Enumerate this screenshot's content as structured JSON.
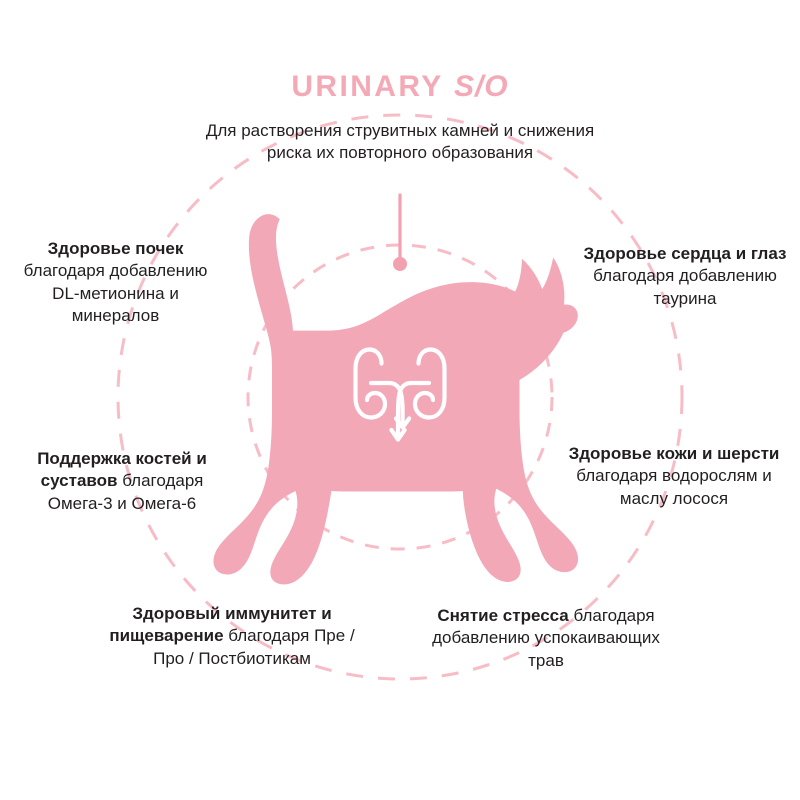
{
  "title": {
    "main": "URINARY",
    "suffix": "S/O"
  },
  "colors": {
    "title_pink": "#F4A9B6",
    "cat_pink": "#F3A8B8",
    "dash_pink": "#F7BCC6",
    "pointer_pink": "#F3A0B0",
    "text_dark": "#231f20",
    "icon_white": "#FFFFFF"
  },
  "callouts": {
    "top": {
      "lines": [
        "Для растворения струвитных камней",
        "и снижения риска их повторного",
        "образования"
      ],
      "bold_prefix": "",
      "rest": "Для растворения струвитных камней и снижения риска их повторного образования"
    },
    "kidney": {
      "bold": "Здоровье почек",
      "rest": "благодаря добавлению DL-метионина и минералов"
    },
    "bones": {
      "bold": "Поддержка костей и суставов",
      "rest": "благодаря Омега-3 и Омега-6"
    },
    "immune": {
      "bold": "Здоровый иммунитет и пищеварение",
      "rest": "благодаря Пре / Про / Постбиотикам"
    },
    "heart": {
      "bold": "Здоровье сердца и глаз",
      "rest": "благодаря добавлению таурина"
    },
    "skin": {
      "bold": "Здоровье кожи и шерсти",
      "rest": "благодаря водорослям и маслу лосося"
    },
    "stress": {
      "bold": "Снятие стресса",
      "rest": "благодаря добавлению успокаивающих трав"
    }
  },
  "graphic": {
    "cat_icon": "cat-silhouette",
    "organ_icon": "kidneys-icon",
    "outer_ring": "dashed-circle-outer",
    "inner_ring": "dashed-circle-inner",
    "pointer": "pointer-line-with-dot"
  }
}
